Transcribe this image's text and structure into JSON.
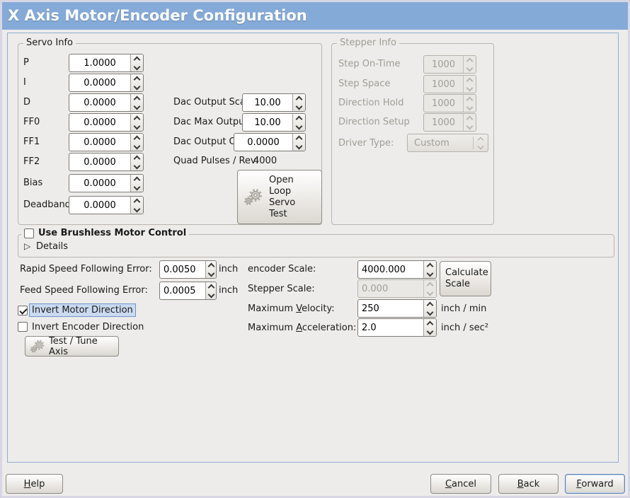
{
  "title": "X Axis Motor/Encoder Configuration",
  "servo": {
    "legend": "Servo Info",
    "fields": [
      {
        "label": "P",
        "value": "1.0000"
      },
      {
        "label": "I",
        "value": "0.0000"
      },
      {
        "label": "D",
        "value": "0.0000"
      },
      {
        "label": "FF0",
        "value": "0.0000"
      },
      {
        "label": "FF1",
        "value": "0.0000"
      },
      {
        "label": "FF2",
        "value": "0.0000"
      },
      {
        "label": "Bias",
        "value": "0.0000"
      },
      {
        "label": "Deadband",
        "value": "0.0000"
      }
    ],
    "dac_scale": {
      "label": "Dac Output Scale:",
      "value": "10.00"
    },
    "dac_max": {
      "label": "Dac Max Output:",
      "value": "10.00"
    },
    "dac_offset": {
      "label": "Dac Output Offset:",
      "value": "0.0000"
    },
    "quad": {
      "label": "Quad Pulses / Rev:",
      "value": "4000"
    },
    "open_loop_button": "Open\nLoop\nServo\nTest"
  },
  "stepper": {
    "legend": "Stepper Info",
    "fields": [
      {
        "label": "Step On-Time",
        "value": "1000"
      },
      {
        "label": "Step Space",
        "value": "1000"
      },
      {
        "label": "Direction Hold",
        "value": "1000"
      },
      {
        "label": "Direction Setup",
        "value": "1000"
      }
    ],
    "driver": {
      "label": "Driver Type:",
      "value": "Custom"
    }
  },
  "brushless": {
    "label": "Use Brushless Motor Control",
    "checked": false,
    "details": "Details",
    "expander_arrow": "▷"
  },
  "ferror": {
    "rapid": {
      "label": "Rapid Speed Following Error:",
      "value": "0.0050",
      "unit": "inch"
    },
    "feed": {
      "label": "Feed Speed Following Error:",
      "value": "0.0005",
      "unit": "inch"
    }
  },
  "scales": {
    "encoder": {
      "label": "encoder Scale:",
      "value": "4000.000"
    },
    "stepper": {
      "label": "Stepper Scale:",
      "value": "0.000"
    },
    "calculate_button": "Calculate\nScale",
    "velocity": {
      "pre": "Maximum ",
      "key": "V",
      "post": "elocity:",
      "value": "250",
      "unit": "inch / min"
    },
    "accel": {
      "pre": "Maximum ",
      "key": "A",
      "post": "cceleration:",
      "value": "2.0",
      "unit": "inch / sec²"
    }
  },
  "invert": {
    "motor": {
      "label": "Invert Motor Direction",
      "checked": true
    },
    "encoder": {
      "label": "Invert Encoder Direction",
      "checked": false
    }
  },
  "test_tune_button": "Test / Tune Axis",
  "footer": {
    "help": {
      "pre": "",
      "key": "H",
      "post": "elp"
    },
    "cancel": {
      "pre": "",
      "key": "C",
      "post": "ancel"
    },
    "back": {
      "pre": "",
      "key": "B",
      "post": "ack"
    },
    "forward": {
      "pre": "",
      "key": "F",
      "post": "orward"
    }
  },
  "colors": {
    "titlebar": "#84aad8",
    "page_border": "#92add2",
    "background": "#edeceb",
    "focus_highlight": "#cadaf0"
  }
}
